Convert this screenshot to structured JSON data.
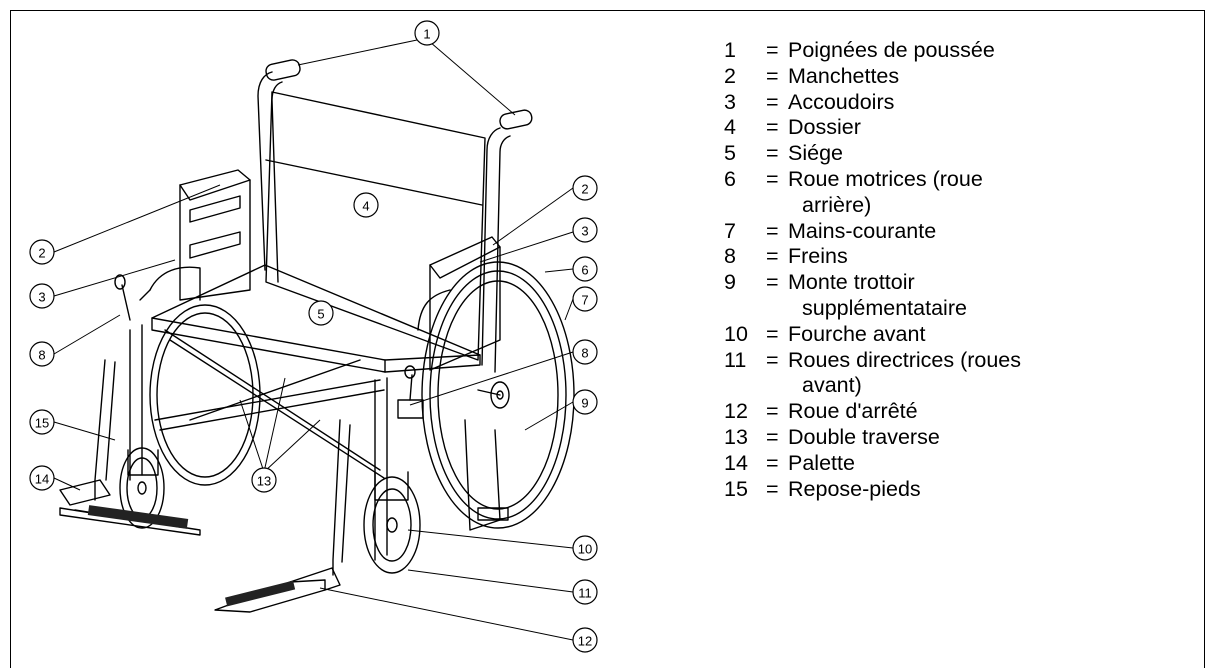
{
  "callouts": {
    "c1": "1",
    "c2": "2",
    "c3": "3",
    "c4": "4",
    "c5": "5",
    "c6": "6",
    "c7": "7",
    "c8": "8",
    "c9": "9",
    "c10": "10",
    "c11": "11",
    "c12": "12",
    "c13": "13",
    "c14": "14",
    "c15": "15"
  },
  "legend": {
    "equals": "=",
    "items": [
      {
        "num": "1",
        "label": "Poignées de poussée"
      },
      {
        "num": "2",
        "label": "Manchettes"
      },
      {
        "num": "3",
        "label": "Accoudoirs"
      },
      {
        "num": "4",
        "label": "Dossier"
      },
      {
        "num": "5",
        "label": "Siége"
      },
      {
        "num": "6",
        "label": "Roue motrices (roue",
        "cont": "arrière)"
      },
      {
        "num": "7",
        "label": "Mains-courante"
      },
      {
        "num": "8",
        "label": "Freins"
      },
      {
        "num": "9",
        "label": "Monte trottoir",
        "cont": "supplémentataire"
      },
      {
        "num": "10",
        "label": "Fourche avant"
      },
      {
        "num": "11",
        "label": "Roues directrices (roues",
        "cont": "avant)"
      },
      {
        "num": "12",
        "label": "Roue d'arrêté"
      },
      {
        "num": "13",
        "label": "Double traverse"
      },
      {
        "num": "14",
        "label": "Palette"
      },
      {
        "num": "15",
        "label": "Repose-pieds"
      }
    ]
  }
}
